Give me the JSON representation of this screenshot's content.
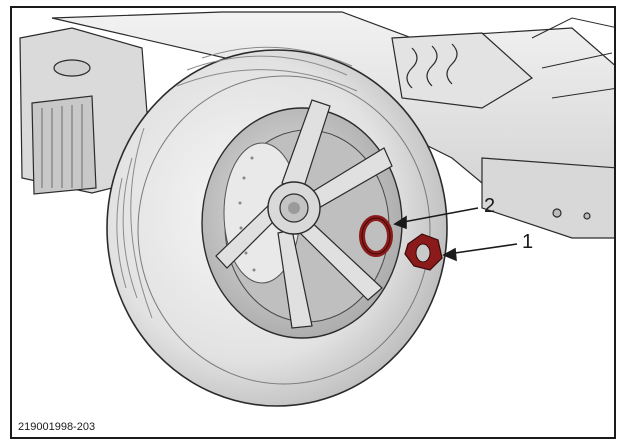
{
  "figure": {
    "reference_code": "219001998-203",
    "callouts": [
      {
        "number": "1"
      },
      {
        "number": "2"
      }
    ]
  },
  "colors": {
    "line": "#2b2b2b",
    "tire": "#e6e6e6",
    "wheel": "#d4d4d4",
    "highlight_red": "#8b1a1a"
  }
}
